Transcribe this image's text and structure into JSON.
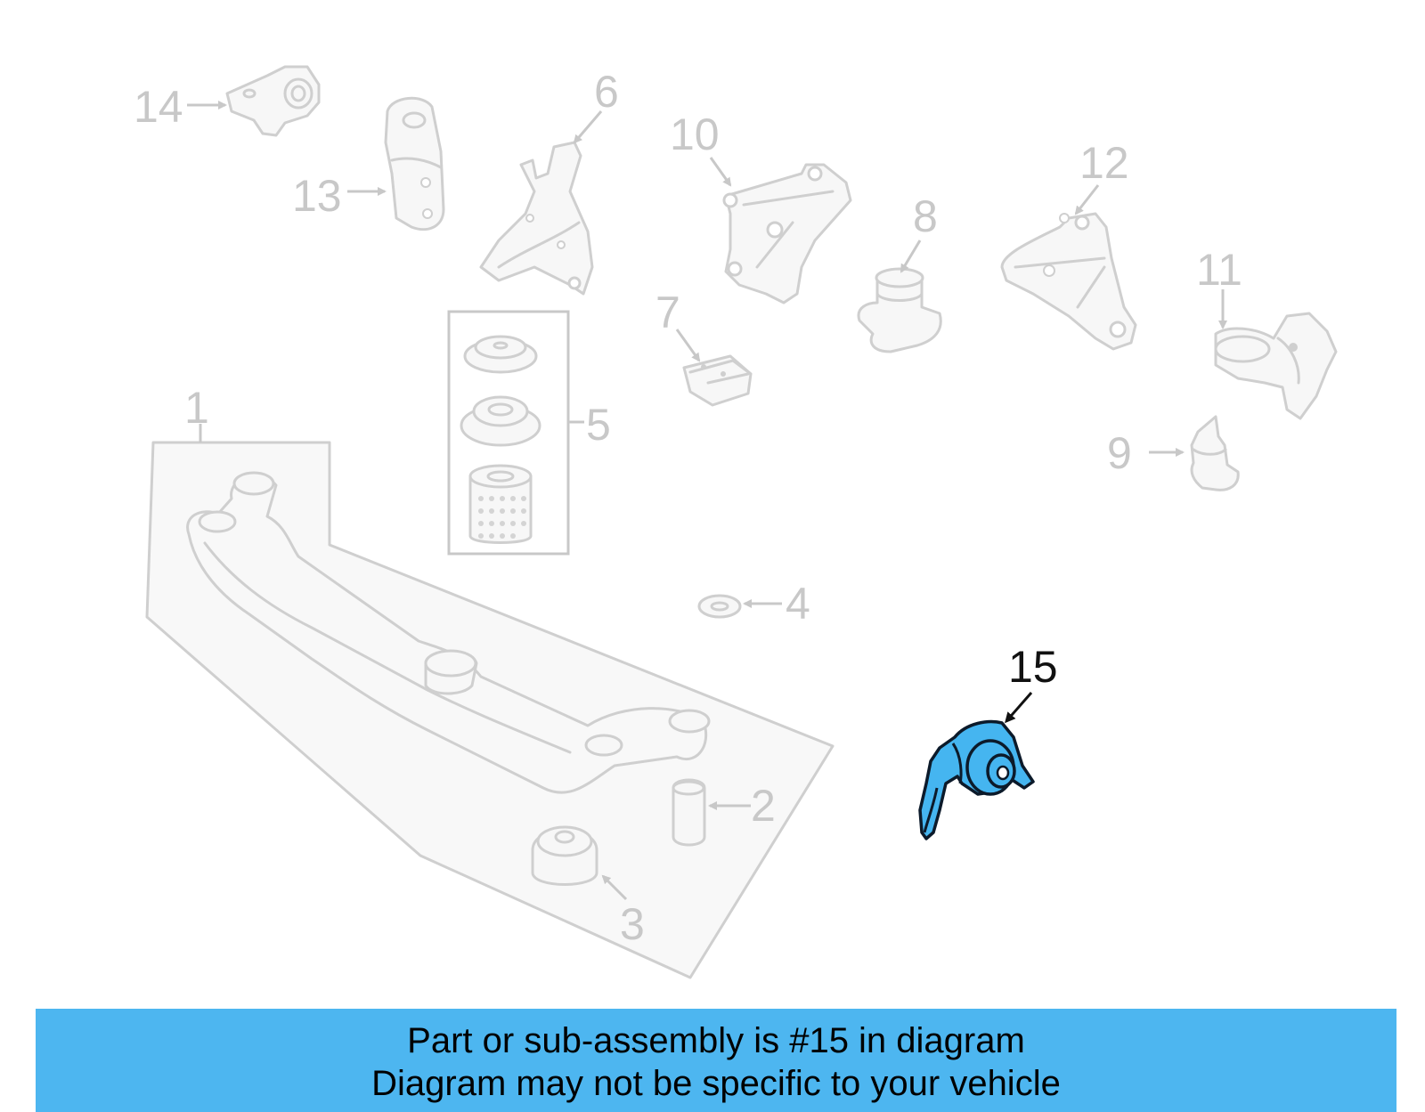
{
  "callouts": {
    "c1": "1",
    "c2": "2",
    "c3": "3",
    "c4": "4",
    "c5": "5",
    "c6": "6",
    "c7": "7",
    "c8": "8",
    "c9": "9",
    "c10": "10",
    "c11": "11",
    "c12": "12",
    "c13": "13",
    "c14": "14",
    "c15": "15"
  },
  "banner": {
    "line1": "Part or sub-assembly is #15 in diagram",
    "line2": "Diagram may not be specific to your vehicle"
  },
  "colors": {
    "highlight": "#45b5f0",
    "banner": "#4db6f0",
    "faded": "#cfcfcf"
  }
}
